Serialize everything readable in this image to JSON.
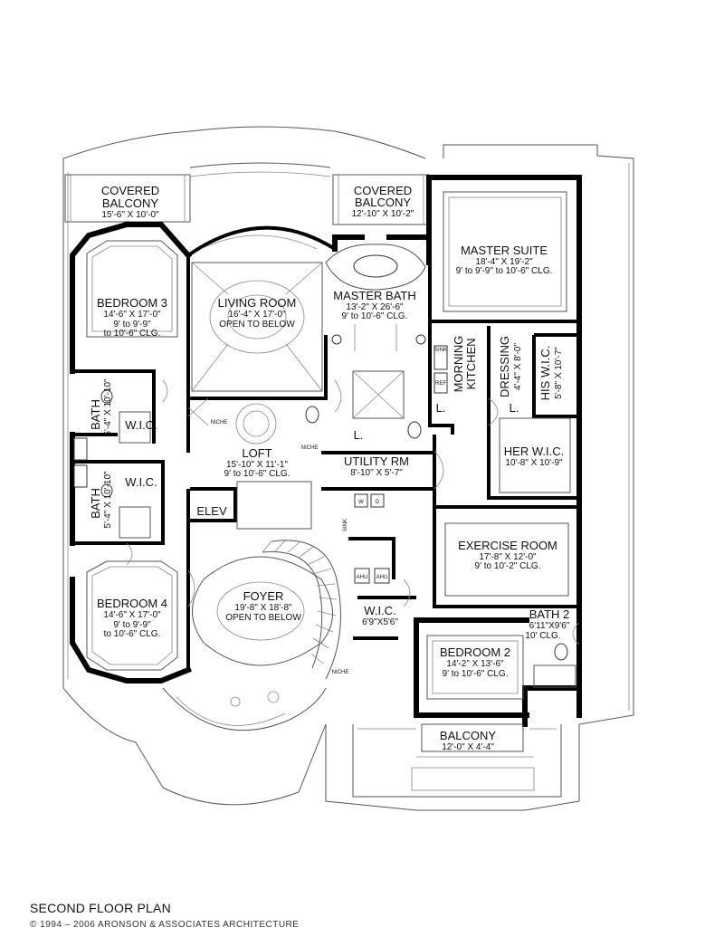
{
  "plan": {
    "title": "SECOND FLOOR PLAN",
    "copyright": "© 1994 – 2006 ARONSON & ASSOCIATES ARCHITECTURE"
  },
  "rooms": {
    "covered_balcony_left": {
      "l1": "COVERED",
      "l2": "BALCONY",
      "dim": "15'-6\" X 10'-0\""
    },
    "covered_balcony_right": {
      "l1": "COVERED",
      "l2": "BALCONY",
      "dim": "12'-10\" X 10'-2\""
    },
    "master_suite": {
      "name": "MASTER SUITE",
      "dim": "18'-4\" X 19'-2\"",
      "clg": "9' to 9'-9\" to 10'-6\" CLG."
    },
    "bedroom3": {
      "name": "BEDROOM 3",
      "dim": "14'-6\" X 17'-0\"",
      "clg1": "9' to 9'-9\"",
      "clg2": "to 10'-6\" CLG."
    },
    "living_room": {
      "name": "LIVING ROOM",
      "dim": "16'-4\" X 17'-0\"",
      "note": "OPEN TO BELOW"
    },
    "master_bath": {
      "name": "MASTER BATH",
      "dim": "13'-2\" X 26'-6\"",
      "clg": "9' to 10'-6\" CLG."
    },
    "morning_kitchen": {
      "l1": "MORNING",
      "l2": "KITCHEN",
      "sink": "SINK",
      "ref": "REF"
    },
    "dressing": {
      "name": "DRESSING",
      "dim": "4'-4\" X 8'-0\""
    },
    "his_wic": {
      "name": "HIS W.I.C.",
      "dim": "5'-8\" X 10'-7\""
    },
    "bath_upper": {
      "name": "BATH",
      "dim": "5'-4\" X 10'-10\""
    },
    "wic_upper": {
      "name": "W.I.C."
    },
    "bath_lower": {
      "name": "BATH",
      "dim": "5'-4\" X 10'-10\""
    },
    "wic_lower": {
      "name": "W.I.C."
    },
    "niche1": {
      "name": "NICHE"
    },
    "niche2": {
      "name": "NICHE"
    },
    "niche3": {
      "name": "NICHE"
    },
    "loft": {
      "name": "LOFT",
      "dim": "15'-10\" X 11'-1\"",
      "clg": "9' to 10'-6\" CLG."
    },
    "utility": {
      "name": "UTILITY RM",
      "dim": "8'-10\" X 5'-7\"",
      "w": "W",
      "d": "D",
      "sink": "SINK"
    },
    "her_wic": {
      "name": "HER W.I.C.",
      "dim": "10'-8\" X 10'-9\""
    },
    "elev": {
      "name": "ELEV"
    },
    "exercise": {
      "name": "EXERCISE ROOM",
      "dim": "17'-8\" X 12'-0\"",
      "clg": "9' to 10'-2\" CLG."
    },
    "foyer": {
      "name": "FOYER",
      "dim": "19'-8\" X 18'-8\"",
      "note": "OPEN TO BELOW"
    },
    "bedroom4": {
      "name": "BEDROOM 4",
      "dim": "14'-6\" X 17'-0\"",
      "clg1": "9' to 9'-9\"",
      "clg2": "to 10'-6\" CLG."
    },
    "ahu1": {
      "name": "AHU"
    },
    "ahu2": {
      "name": "AHU"
    },
    "wic_mid": {
      "name": "W.I.C.",
      "dim": "6'9\"X5'6\""
    },
    "bath2": {
      "name": "BATH 2",
      "dim": "6'11\"X9'6\"",
      "clg": "10' CLG."
    },
    "bedroom2": {
      "name": "BEDROOM 2",
      "dim": "14'-2\" X 13'-6\"",
      "clg": "9' to 10'-6\" CLG."
    },
    "balcony": {
      "name": "BALCONY",
      "dim": "12'-0\" X 4'-4\""
    },
    "linen1": {
      "name": "L."
    },
    "linen2": {
      "name": "L."
    },
    "linen3": {
      "name": "L."
    }
  }
}
